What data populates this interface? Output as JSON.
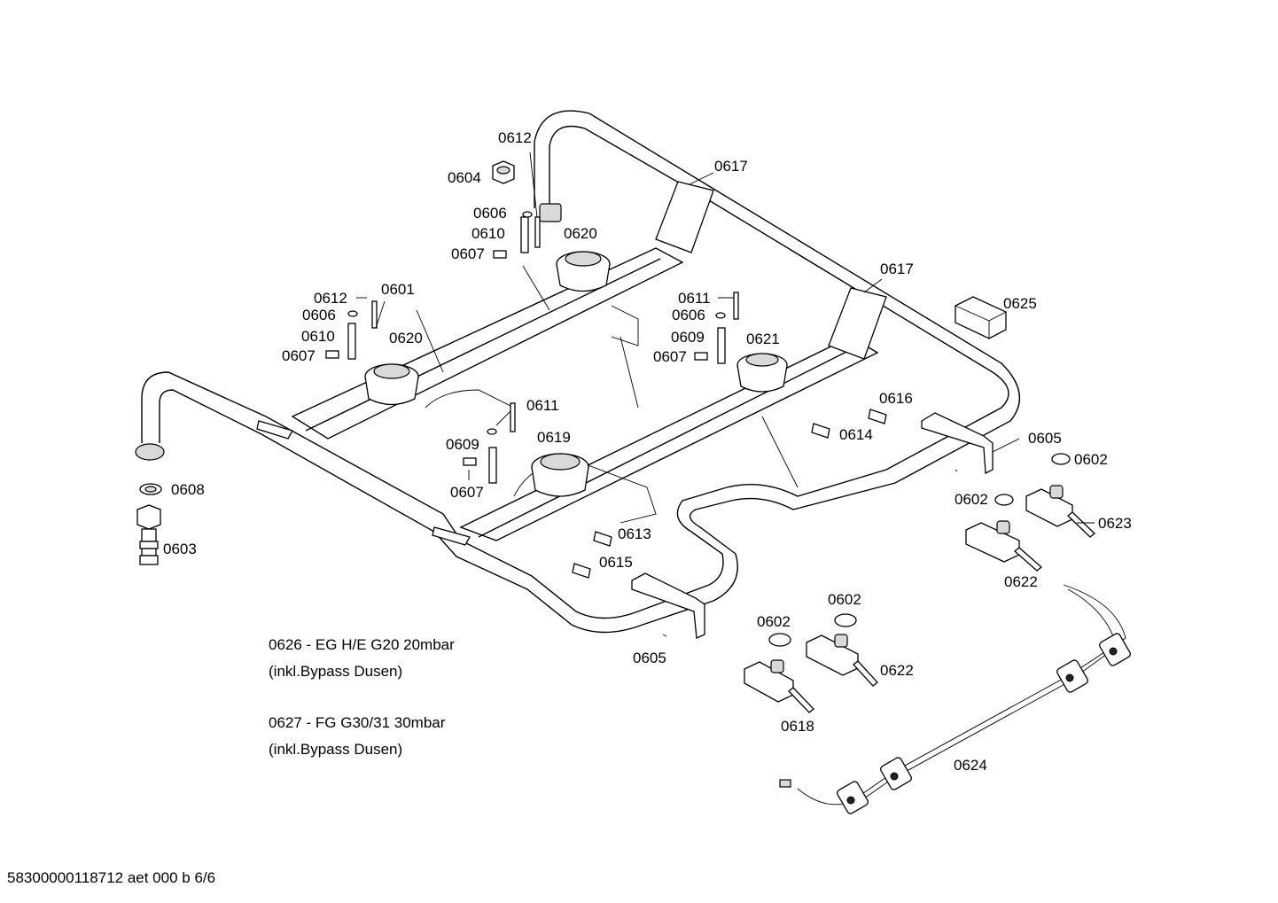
{
  "labels": {
    "l0601": "0601",
    "l0602": "0602",
    "l0603": "0603",
    "l0604": "0604",
    "l0605": "0605",
    "l0606": "0606",
    "l0607": "0607",
    "l0608": "0608",
    "l0609": "0609",
    "l0610": "0610",
    "l0611": "0611",
    "l0612": "0612",
    "l0613": "0613",
    "l0614": "0614",
    "l0615": "0615",
    "l0616": "0616",
    "l0617": "0617",
    "l0618": "0618",
    "l0619": "0619",
    "l0620": "0620",
    "l0621": "0621",
    "l0622": "0622",
    "l0623": "0623",
    "l0624": "0624",
    "l0625": "0625"
  },
  "notes": {
    "note1_line1": "0626 - EG H/E G20 20mbar",
    "note1_line2": "(inkl.Bypass Dusen)",
    "note2_line1": "0627 - FG G30/31 30mbar",
    "note2_line2": "(inkl.Bypass Dusen)"
  },
  "footer": "58300000118712 aet 000 b 6/6"
}
